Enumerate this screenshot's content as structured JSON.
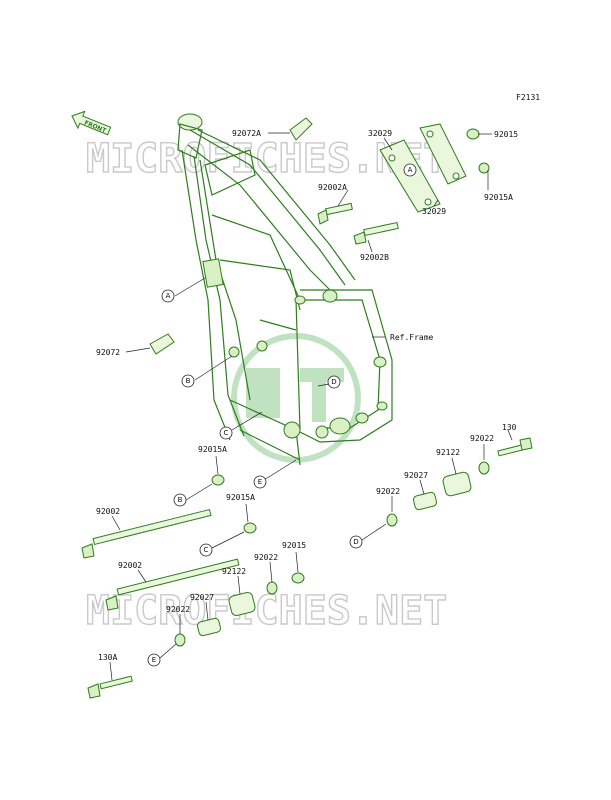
{
  "diagram": {
    "page_code": "F2131",
    "front_label": "FRONT",
    "ref_label": "Ref.Frame",
    "watermark": "MICROFICHES.NET",
    "colors": {
      "line": "#2f7d1e",
      "fill": "#eaf7dc",
      "text": "#111111",
      "watermark": "#c9c9c9"
    },
    "part_labels": [
      {
        "id": "p1",
        "text": "92072A"
      },
      {
        "id": "p2",
        "text": "32029"
      },
      {
        "id": "p3",
        "text": "92015"
      },
      {
        "id": "p4",
        "text": "92002A"
      },
      {
        "id": "p5",
        "text": "92015A"
      },
      {
        "id": "p6",
        "text": "32029"
      },
      {
        "id": "p7",
        "text": "92002B"
      },
      {
        "id": "p8",
        "text": "92072"
      },
      {
        "id": "p9",
        "text": "92015A"
      },
      {
        "id": "p10",
        "text": "130"
      },
      {
        "id": "p11",
        "text": "92022"
      },
      {
        "id": "p12",
        "text": "92122"
      },
      {
        "id": "p13",
        "text": "92027"
      },
      {
        "id": "p14",
        "text": "92022"
      },
      {
        "id": "p15",
        "text": "92002"
      },
      {
        "id": "p16",
        "text": "92015A"
      },
      {
        "id": "p17",
        "text": "92002"
      },
      {
        "id": "p18",
        "text": "92015"
      },
      {
        "id": "p19",
        "text": "92022"
      },
      {
        "id": "p20",
        "text": "92122"
      },
      {
        "id": "p21",
        "text": "92027"
      },
      {
        "id": "p22",
        "text": "92022"
      },
      {
        "id": "p23",
        "text": "130A"
      }
    ],
    "callouts": [
      {
        "id": "c1",
        "text": "A"
      },
      {
        "id": "c2",
        "text": "A"
      },
      {
        "id": "c3",
        "text": "B"
      },
      {
        "id": "c4",
        "text": "C"
      },
      {
        "id": "c5",
        "text": "D"
      },
      {
        "id": "c6",
        "text": "E"
      },
      {
        "id": "c7",
        "text": "B"
      },
      {
        "id": "c8",
        "text": "C"
      },
      {
        "id": "c9",
        "text": "D"
      },
      {
        "id": "c10",
        "text": "E"
      }
    ]
  }
}
